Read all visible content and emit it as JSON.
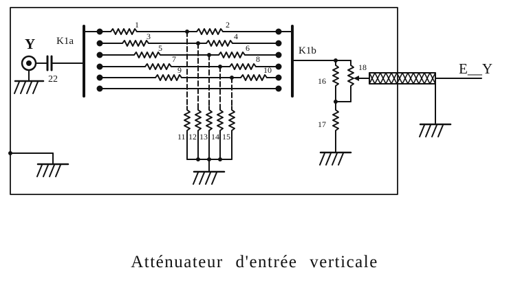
{
  "labels": {
    "input": "Y",
    "output": "E__Y",
    "switch_a": "K1a",
    "switch_b": "K1b",
    "capacitor": "22",
    "resistors": {
      "r1": "1",
      "r2": "2",
      "r3": "3",
      "r4": "4",
      "r5": "5",
      "r6": "6",
      "r7": "7",
      "r8": "8",
      "r9": "9",
      "r10": "10",
      "r11": "11",
      "r12": "12",
      "r13": "13",
      "r14": "14",
      "r15": "15",
      "r16": "16",
      "r17": "17",
      "r18": "18"
    }
  },
  "caption": "Atténuateur d'entrée verticale"
}
